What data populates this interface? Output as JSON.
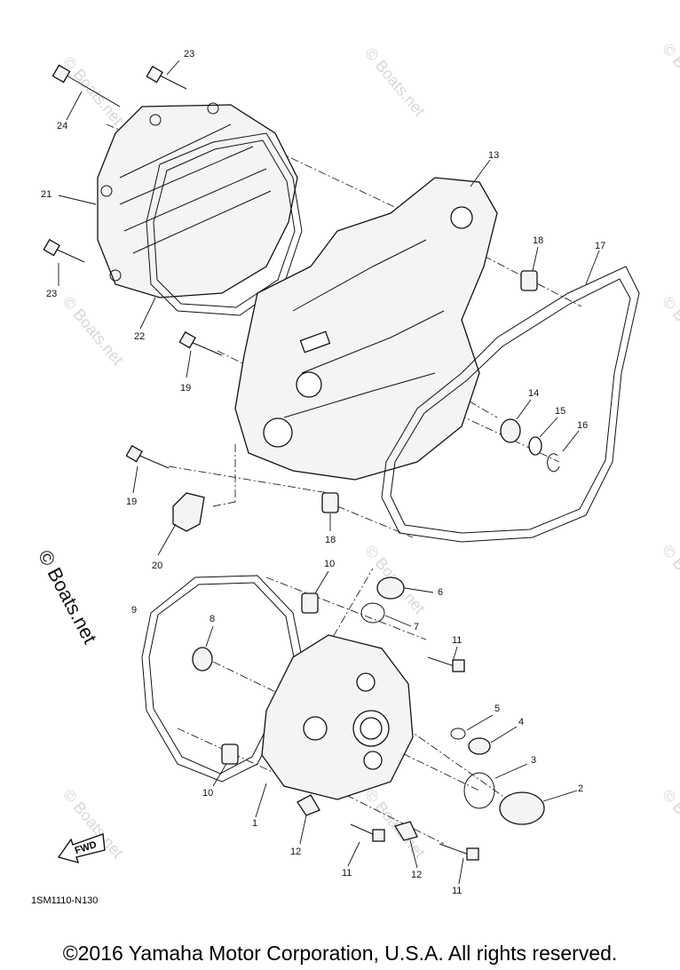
{
  "watermark": "© Boats.net",
  "side_watermark": "© Boats.net",
  "diagram_code": "1SM1110-N130",
  "fwd_badge": "FWD",
  "copyright": "©2016 Yamaha Motor Corporation, U.S.A. All rights reserved.",
  "callouts": {
    "c1": "1",
    "c2": "2",
    "c3": "3",
    "c4": "4",
    "c5": "5",
    "c6": "6",
    "c7": "7",
    "c8": "8",
    "c9": "9",
    "c10a": "10",
    "c10b": "10",
    "c11a": "11",
    "c11b": "11",
    "c11c": "11",
    "c12a": "12",
    "c12b": "12",
    "c13": "13",
    "c14": "14",
    "c15": "15",
    "c16": "16",
    "c17": "17",
    "c18a": "18",
    "c18b": "18",
    "c19a": "19",
    "c19b": "19",
    "c20": "20",
    "c21": "21",
    "c22": "22",
    "c23a": "23",
    "c23b": "23",
    "c24": "24"
  }
}
